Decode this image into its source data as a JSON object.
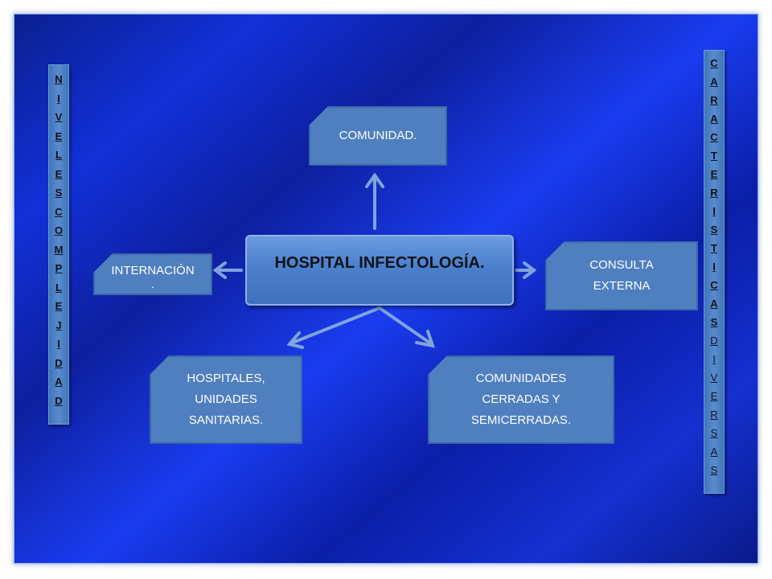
{
  "center": {
    "label": "HOSPITAL INFECTOLOGÍA."
  },
  "nodes": {
    "comunidad": "COMUNIDAD.",
    "internacion_line1": "INTERNACIÓN",
    "internacion_line2": ".",
    "consulta_line1": "CONSULTA",
    "consulta_line2": "EXTERNA",
    "hospitales_line1": "HOSPITALES,",
    "hospitales_line2": "UNIDADES",
    "hospitales_line3": "SANITARIAS.",
    "comunidades_line1": "COMUNIDADES",
    "comunidades_line2": "CERRADAS Y",
    "comunidades_line3": "SEMICERRADAS."
  },
  "left_bar": {
    "letters": [
      "N",
      "I",
      "V",
      "E",
      "L",
      "E",
      "S",
      "C",
      "O",
      "M",
      "P",
      "L",
      "E",
      "J",
      "I",
      "D",
      "A",
      "D"
    ]
  },
  "right_bar": {
    "bold_letters": [
      "C",
      "A",
      "R",
      "A",
      "C",
      "T",
      "E",
      "R",
      "I",
      "S",
      "T",
      "I",
      "C",
      "A",
      "S"
    ],
    "thin_letters": [
      "D",
      "I",
      "V",
      "E",
      "R",
      "S",
      "A",
      "S"
    ]
  },
  "colors": {
    "background": "#1230d8",
    "box_fill": "#4f7fbf",
    "arrow": "#7fa4dc"
  }
}
